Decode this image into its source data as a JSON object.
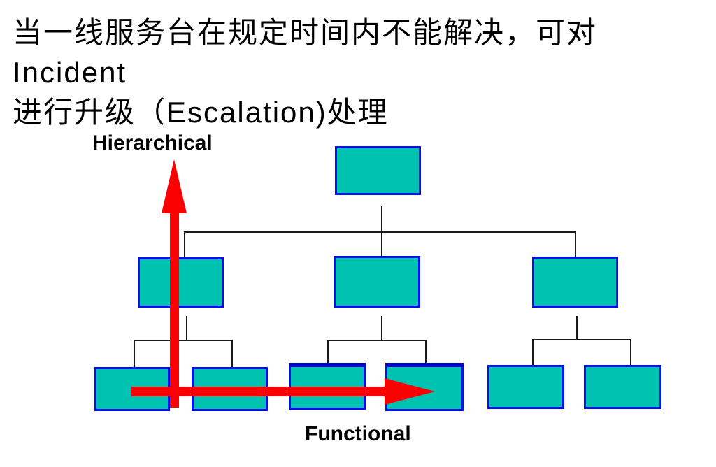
{
  "slide": {
    "title": {
      "line1": "当一线服务台在规定时间内不能解决，可对Incident",
      "line2": "进行升级（Escalation)处理"
    }
  },
  "diagram": {
    "vertical_axis_label": "Hierarchical",
    "horizontal_axis_label": "Functional",
    "structure": {
      "levels": 3,
      "level_node_counts": [
        1,
        3,
        6
      ],
      "children_per_level2_node": 2,
      "highlighted_thick_top_nodes": [
        "level3-node3",
        "level3-node4"
      ]
    }
  },
  "colors": {
    "background": "#FFFFFF",
    "box-fill": "#00C2B1",
    "box-border": "#0010F0",
    "box-border-thick-top": "#0000C8",
    "arrow-red": "#FB0101",
    "connector": "#1A1A1A",
    "text": "#000000"
  }
}
